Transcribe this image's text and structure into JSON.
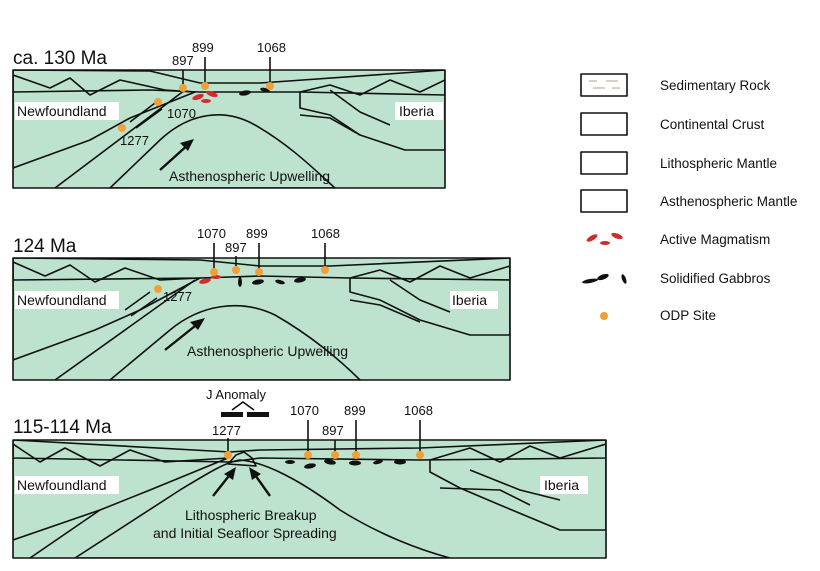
{
  "colors": {
    "sedimentary": "#f7e6c6",
    "continental": "#b8806a",
    "litho": "#bde3cf",
    "astheno": "#5cbf8e",
    "magma": "#d22d2d",
    "gabbro": "#111111",
    "odp": "#f0a035",
    "outline": "#111111"
  },
  "panels": [
    {
      "title": "ca. 130 Ma",
      "left_label": "Newfoundland",
      "right_label": "Iberia",
      "arrow_label": "Asthenospheric Upwelling",
      "sites": [
        "897",
        "899",
        "1068",
        "1070",
        "1277"
      ]
    },
    {
      "title": "124 Ma",
      "left_label": "Newfoundland",
      "right_label": "Iberia",
      "arrow_label": "Asthenospheric Upwelling",
      "sites": [
        "1070",
        "897",
        "899",
        "1068",
        "1277"
      ]
    },
    {
      "title": "115-114 Ma",
      "left_label": "Newfoundland",
      "right_label": "Iberia",
      "arrow_label_line1": "Lithospheric Breakup",
      "arrow_label_line2": "and Initial Seafloor Spreading",
      "anomaly_label": "J Anomaly",
      "sites": [
        "1277",
        "1070",
        "897",
        "899",
        "1068"
      ]
    }
  ],
  "legend": [
    {
      "label": "Sedimentary Rock",
      "icon": "sedimentary-swatch"
    },
    {
      "label": "Continental Crust",
      "icon": "continental-swatch"
    },
    {
      "label": "Lithospheric Mantle",
      "icon": "lithospheric-swatch"
    },
    {
      "label": "Asthenospheric Mantle",
      "icon": "asthenospheric-swatch"
    },
    {
      "label": "Active Magmatism",
      "icon": "magma-icon"
    },
    {
      "label": "Solidified Gabbros",
      "icon": "gabbro-icon"
    },
    {
      "label": "ODP Site",
      "icon": "odp-site-icon"
    }
  ]
}
